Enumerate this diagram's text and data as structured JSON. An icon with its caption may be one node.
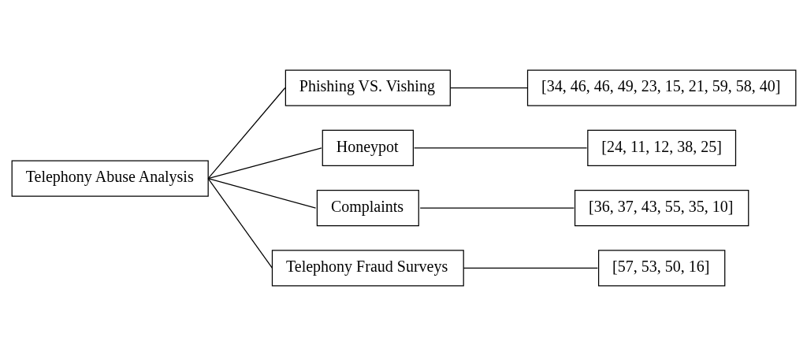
{
  "diagram": {
    "nodes": [
      {
        "text": [
          "Telephony Abuse Analysis"
        ]
      },
      {
        "text": [
          "Phishing VS. Vishing"
        ]
      },
      {
        "text": [
          "Honeypot"
        ]
      },
      {
        "text": [
          "Complaints"
        ]
      },
      {
        "text": [
          "Telephony Fraud Surveys"
        ]
      },
      {
        "text": [
          "[34, 46, 46, 49, 23, 15, 21, 59, 58, 40]"
        ]
      },
      {
        "text": [
          "[24, 11, 12, 38, 25]"
        ]
      },
      {
        "text": [
          "[36, 37, 43, 55, 35, 10]"
        ]
      },
      {
        "text": [
          "[57, 53, 50, 16]"
        ]
      }
    ],
    "edges": [
      {
        "from": 0,
        "to": 1,
        "arrow": "none"
      },
      {
        "from": 0,
        "to": 2,
        "arrow": "none"
      },
      {
        "from": 0,
        "to": 3,
        "arrow": "none"
      },
      {
        "from": 0,
        "to": 4,
        "arrow": "none"
      },
      {
        "from": 1,
        "to": 5,
        "arrow": "none"
      },
      {
        "from": 2,
        "to": 6,
        "arrow": "none"
      },
      {
        "from": 3,
        "to": 7,
        "arrow": "none"
      },
      {
        "from": 4,
        "to": 8,
        "arrow": "none"
      }
    ]
  }
}
